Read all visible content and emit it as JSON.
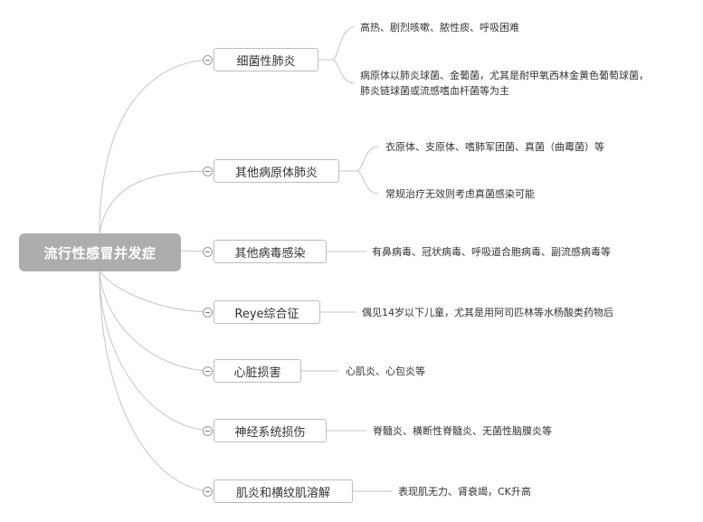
{
  "root": {
    "label": "流行性感冒并发症"
  },
  "branches": [
    {
      "label": "细菌性肺炎",
      "details": [
        "高热、剧烈咳嗽、脓性痰、呼吸困难",
        "病原体以肺炎球菌、金葡菌，尤其是耐甲氧西林金黄色葡萄球菌，",
        "肺炎链球菌或流感嗜血杆菌等为主"
      ]
    },
    {
      "label": "其他病原体肺炎",
      "details": [
        "衣原体、支原体、嗜肺军团菌、真菌（曲霉菌）等",
        "常规治疗无效则考虑真菌感染可能"
      ]
    },
    {
      "label": "其他病毒感染",
      "details": [
        "有鼻病毒、冠状病毒、呼吸道合胞病毒、副流感病毒等"
      ]
    },
    {
      "label": "Reye综合征",
      "details": [
        "偶见14岁以下儿童，尤其是用阿司匹林等水杨酸类药物后"
      ]
    },
    {
      "label": "心脏损害",
      "details": [
        "心肌炎、心包炎等"
      ]
    },
    {
      "label": "神经系统损伤",
      "details": [
        "脊髓炎、横断性脊髓炎、无菌性脑膜炎等"
      ]
    },
    {
      "label": "肌炎和横纹肌溶解",
      "details": [
        "表现肌无力、肾衰竭，CK升高"
      ]
    }
  ]
}
